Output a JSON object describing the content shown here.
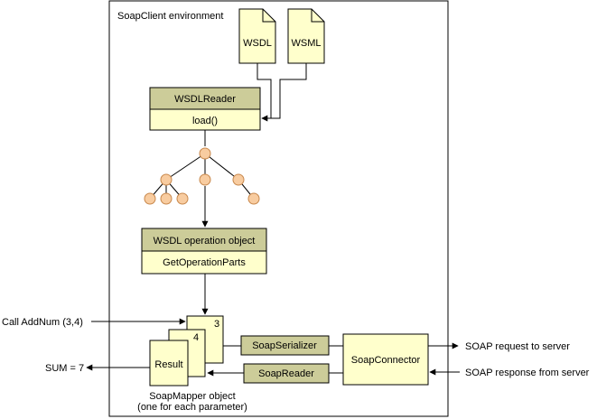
{
  "environment_label": "SoapClient environment",
  "documents": {
    "wsdl": "WSDL",
    "wsml": "WSML"
  },
  "wsdl_reader": {
    "title": "WSDLReader",
    "method": "load()"
  },
  "operation_object": {
    "title": "WSDL operation object",
    "method": "GetOperationParts"
  },
  "mapper_stack": {
    "card3": "3",
    "card4": "4",
    "result": "Result"
  },
  "mapper_caption": {
    "line1": "SoapMapper object",
    "line2": "(one for each parameter)"
  },
  "serializer_label": "SoapSerializer",
  "reader_label": "SoapReader",
  "connector_label": "SoapConnector",
  "external": {
    "call": "Call AddNum (3,4)",
    "sum": "SUM = 7",
    "request": "SOAP request to server",
    "response": "SOAP response from server"
  },
  "colors": {
    "box_fill": "#ffffcc",
    "header_fill": "#cccc99",
    "node_fill": "#f8cca0",
    "node_stroke": "#c8884c",
    "line": "#000000",
    "border": "#000000"
  }
}
